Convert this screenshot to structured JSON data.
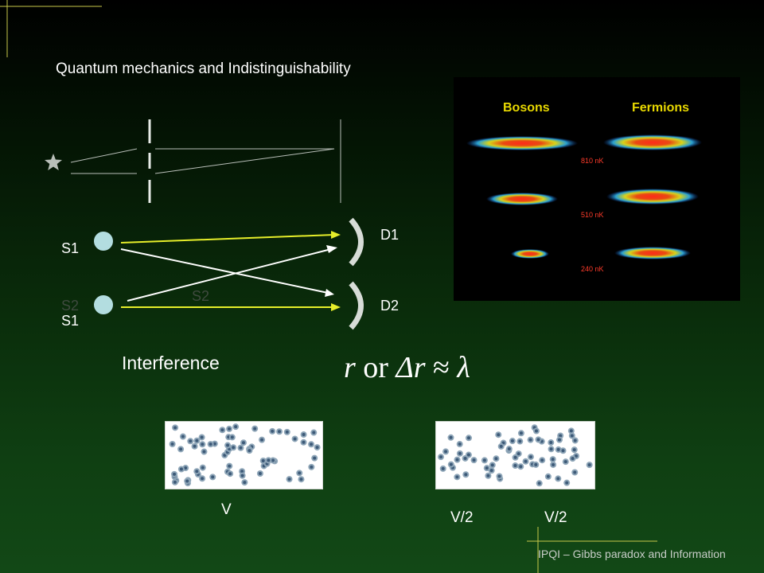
{
  "slide": {
    "title": "Quantum mechanics and Indistinguishability",
    "footer": "IPQI – Gibbs paradox and Information"
  },
  "detector_diagram": {
    "source_1": "S1",
    "source_2_faded": "S2",
    "source_2_label": "S1",
    "crossing_label": "S2",
    "detector_1": "D1",
    "detector_2": "D2"
  },
  "interference": {
    "label": "Interference",
    "formula_r": "r",
    "formula_or": "or",
    "formula_delta_r": "Δr",
    "formula_approx": "≈",
    "formula_lambda": "λ"
  },
  "condensate_image": {
    "bosons": "Bosons",
    "fermions": "Fermions",
    "temperatures": [
      "810 nK",
      "510 nK",
      "240 nK"
    ]
  },
  "volumes": {
    "full": "V",
    "half_left": "V/2",
    "half_right": "V/2"
  },
  "colors": {
    "arrow": "#e6ee2a",
    "source_circle": "#b3dde0",
    "particle": "#3d5a78",
    "accent_line": "#c8c84a"
  }
}
